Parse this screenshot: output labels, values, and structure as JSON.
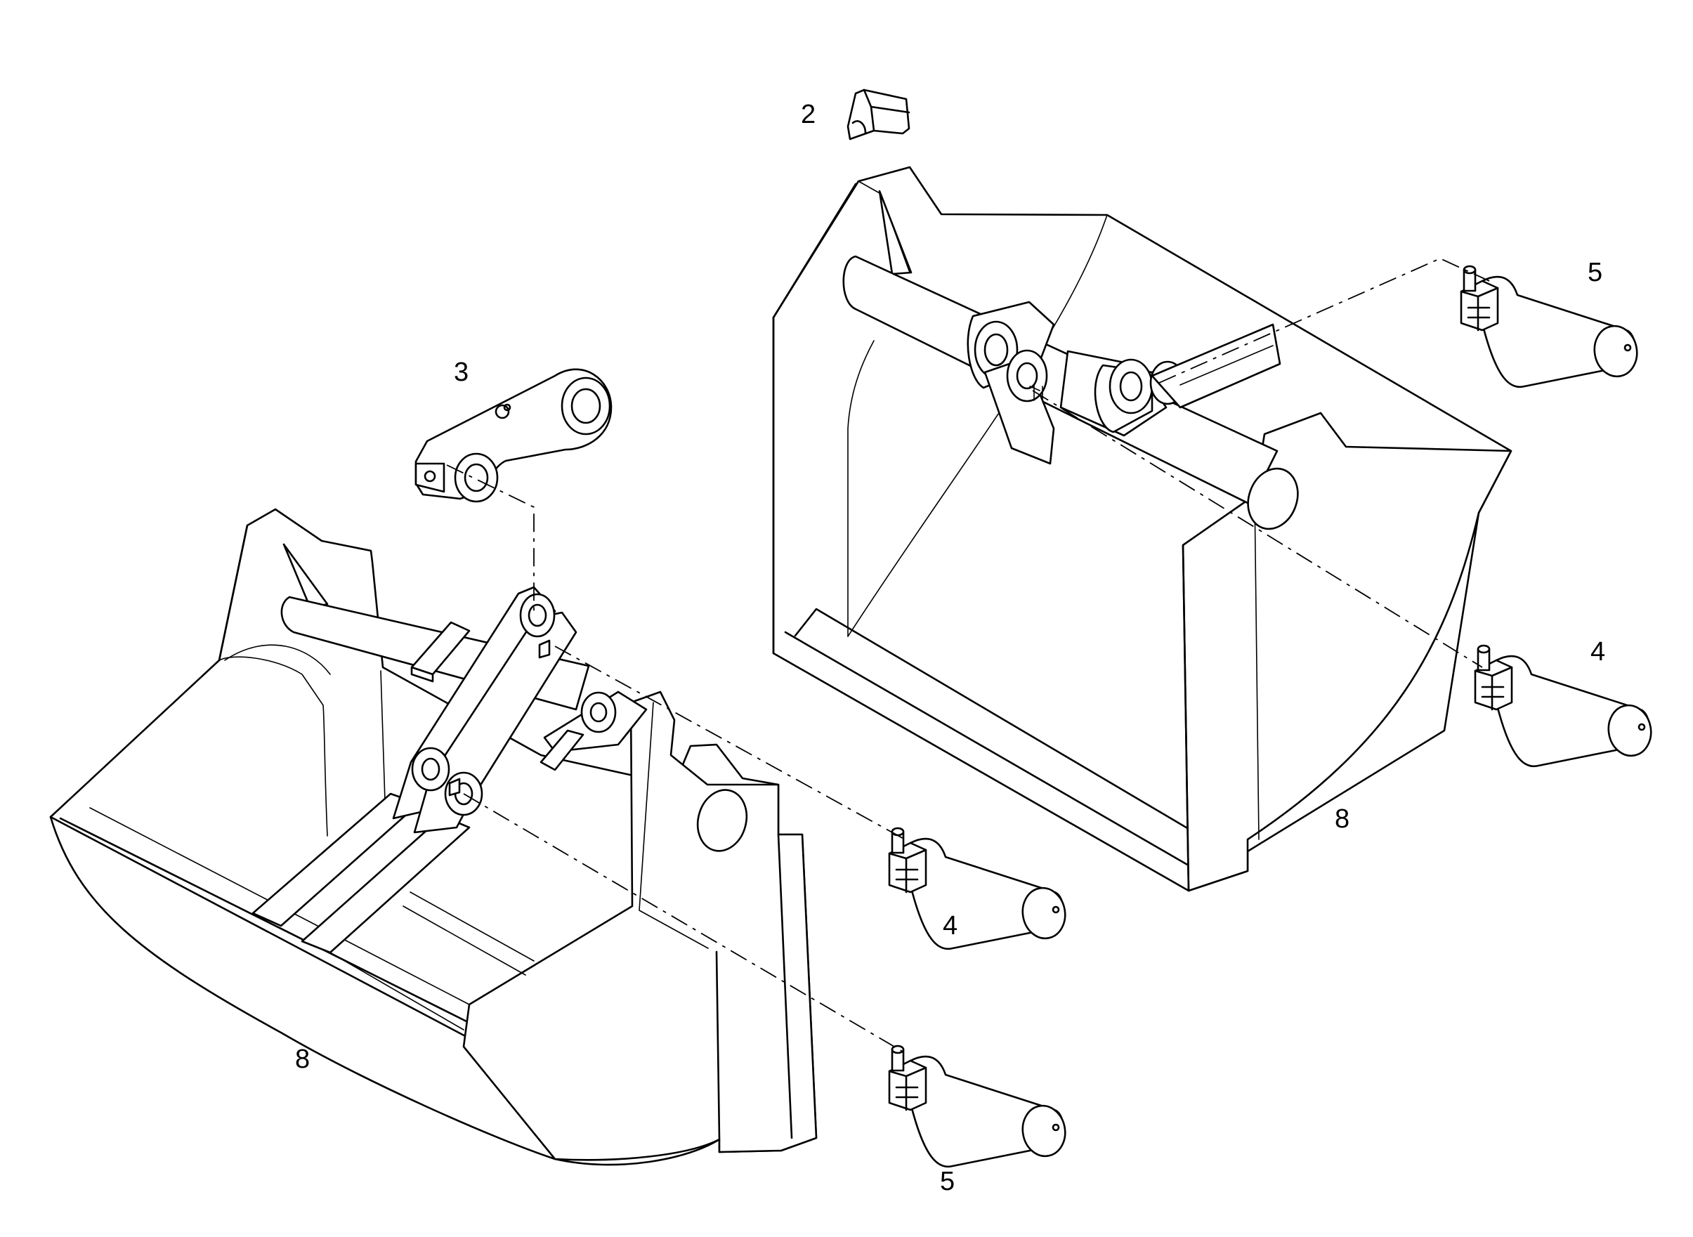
{
  "callouts": {
    "part_2": "2",
    "part_3": "3",
    "part_4_right": "4",
    "part_5_right": "5",
    "part_8_right": "8",
    "part_4_left": "4",
    "part_5_left": "5",
    "part_8_left": "8"
  }
}
